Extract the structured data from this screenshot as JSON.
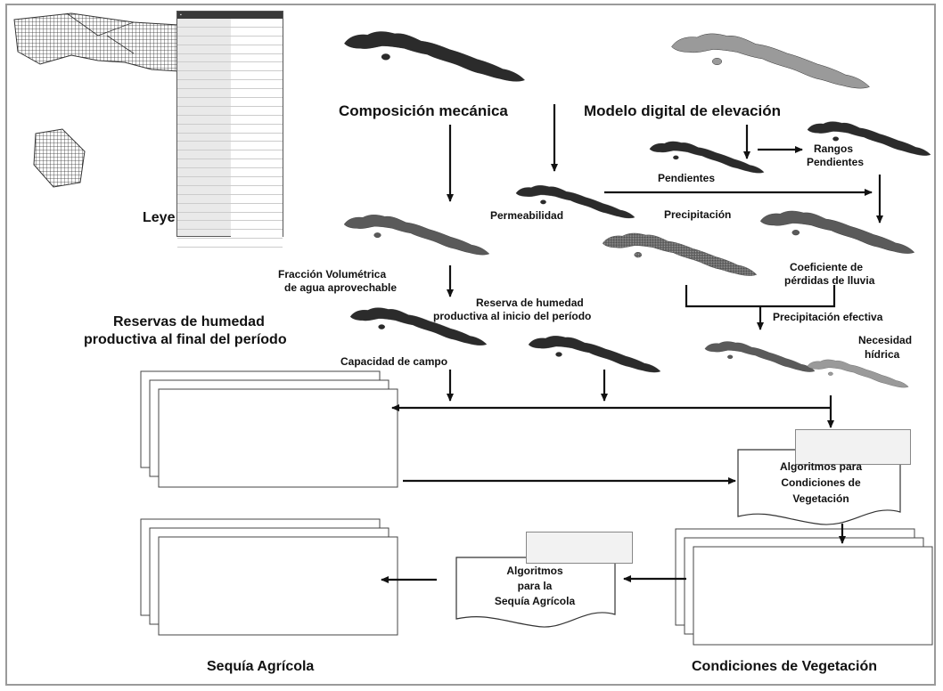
{
  "labels": {
    "composicion": "Composición mecánica",
    "modelo": "Modelo digital de elevación",
    "rangos": "Rangos Pendientes",
    "pendientes": "Pendientes",
    "permeabilidad": "Permeabilidad",
    "precipitacion": "Precipitación",
    "fraccion_1": "Fracción Volumétrica",
    "fraccion_2": "de agua aprovechable",
    "coef_1": "Coeficiente de",
    "coef_2": "pérdidas de lluvia",
    "reserva_inicio_1": "Reserva de humedad",
    "reserva_inicio_2": "productiva al inicio del período",
    "reservas_final_1": "Reservas de humedad",
    "reservas_final_2": "productiva al final del período",
    "precip_efectiva": "Precipitación efectiva",
    "capacidad": "Capacidad de campo",
    "necesidad_1": "Necesidad",
    "necesidad_2": "hídrica",
    "algo_veg_1": "Algoritmos para",
    "algo_veg_2": "Condiciones de",
    "algo_veg_3": "Vegetación",
    "algo_seq_1": "Algoritmos",
    "algo_seq_2": "para la",
    "algo_seq_3": "Sequía Agrícola",
    "sequia": "Sequía Agrícola",
    "condiciones": "Condiciones de Vegetación",
    "leyenda": "Leye"
  },
  "colors": {
    "map_dark": "#2b2b2b",
    "map_mid": "#5a5a5a",
    "map_light": "#9a9a9a",
    "arrow": "#111111",
    "frame": "#9a9a9a"
  }
}
